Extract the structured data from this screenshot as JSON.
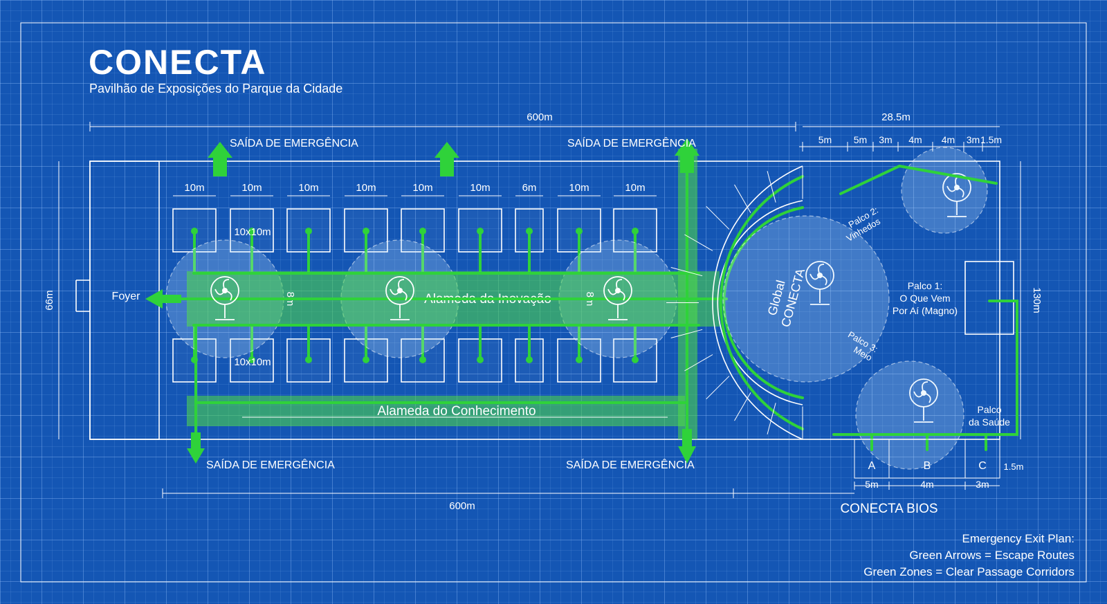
{
  "brand": {
    "title": "CONECTA",
    "subtitle": "Pavilhão de Exposições do Parque da Cidade"
  },
  "dimensions": {
    "top_total": "600m",
    "bottom_total": "600m",
    "right_total": "28.5m",
    "left_height": "66m",
    "right_height": "130m",
    "booth_widths": [
      "10m",
      "10m",
      "10m",
      "10m",
      "10m",
      "10m",
      "6m",
      "10m",
      "10m"
    ],
    "right_top_segments": [
      "5m",
      "5m",
      "3m",
      "4m",
      "4m",
      "3m",
      "1.5m"
    ],
    "bottom_right_segments": [
      "5m",
      "4m",
      "3m"
    ],
    "bottom_right_edge": "1.5m",
    "booth_size_top": "10x10m",
    "booth_size_bottom": "10x10m",
    "corridor_width_a": "8m",
    "corridor_width_b": "8m"
  },
  "labels": {
    "foyer": "Foyer",
    "exit_top_left": "SAÍDA DE EMERGÊNCIA",
    "exit_top_right": "SAÍDA DE EMERGÊNCIA",
    "exit_bottom_left": "SAÍDA DE EMERGÊNCIA",
    "exit_bottom_right": "SAÍDA DE EMERGÊNCIA",
    "alameda_inovacao": "Alameda da Inovação",
    "alameda_conhecimento": "Alameda do Conhecimento",
    "global_conecta_1": "Global",
    "global_conecta_2": "CONECTA",
    "palco1_1": "Palco 1:",
    "palco1_2": "O Que Vem",
    "palco1_3": "Por Aí (Magno)",
    "palco2_1": "Palco 2:",
    "palco2_2": "Vinhedos",
    "palco3_1": "Palco 3:",
    "palco3_2": "Meio",
    "palco_saude_1": "Palco",
    "palco_saude_2": "da Saúde",
    "room_a": "A",
    "room_b": "B",
    "room_c": "C",
    "bios": "CONECTA BIOS"
  },
  "legend": {
    "title": "Emergency Exit Plan:",
    "line1": "Green Arrows = Escape Routes",
    "line2": "Green Zones = Clear Passage Corridors"
  },
  "colors": {
    "background": "#1456b4",
    "route": "#2fd23a",
    "line": "#ffffff"
  }
}
